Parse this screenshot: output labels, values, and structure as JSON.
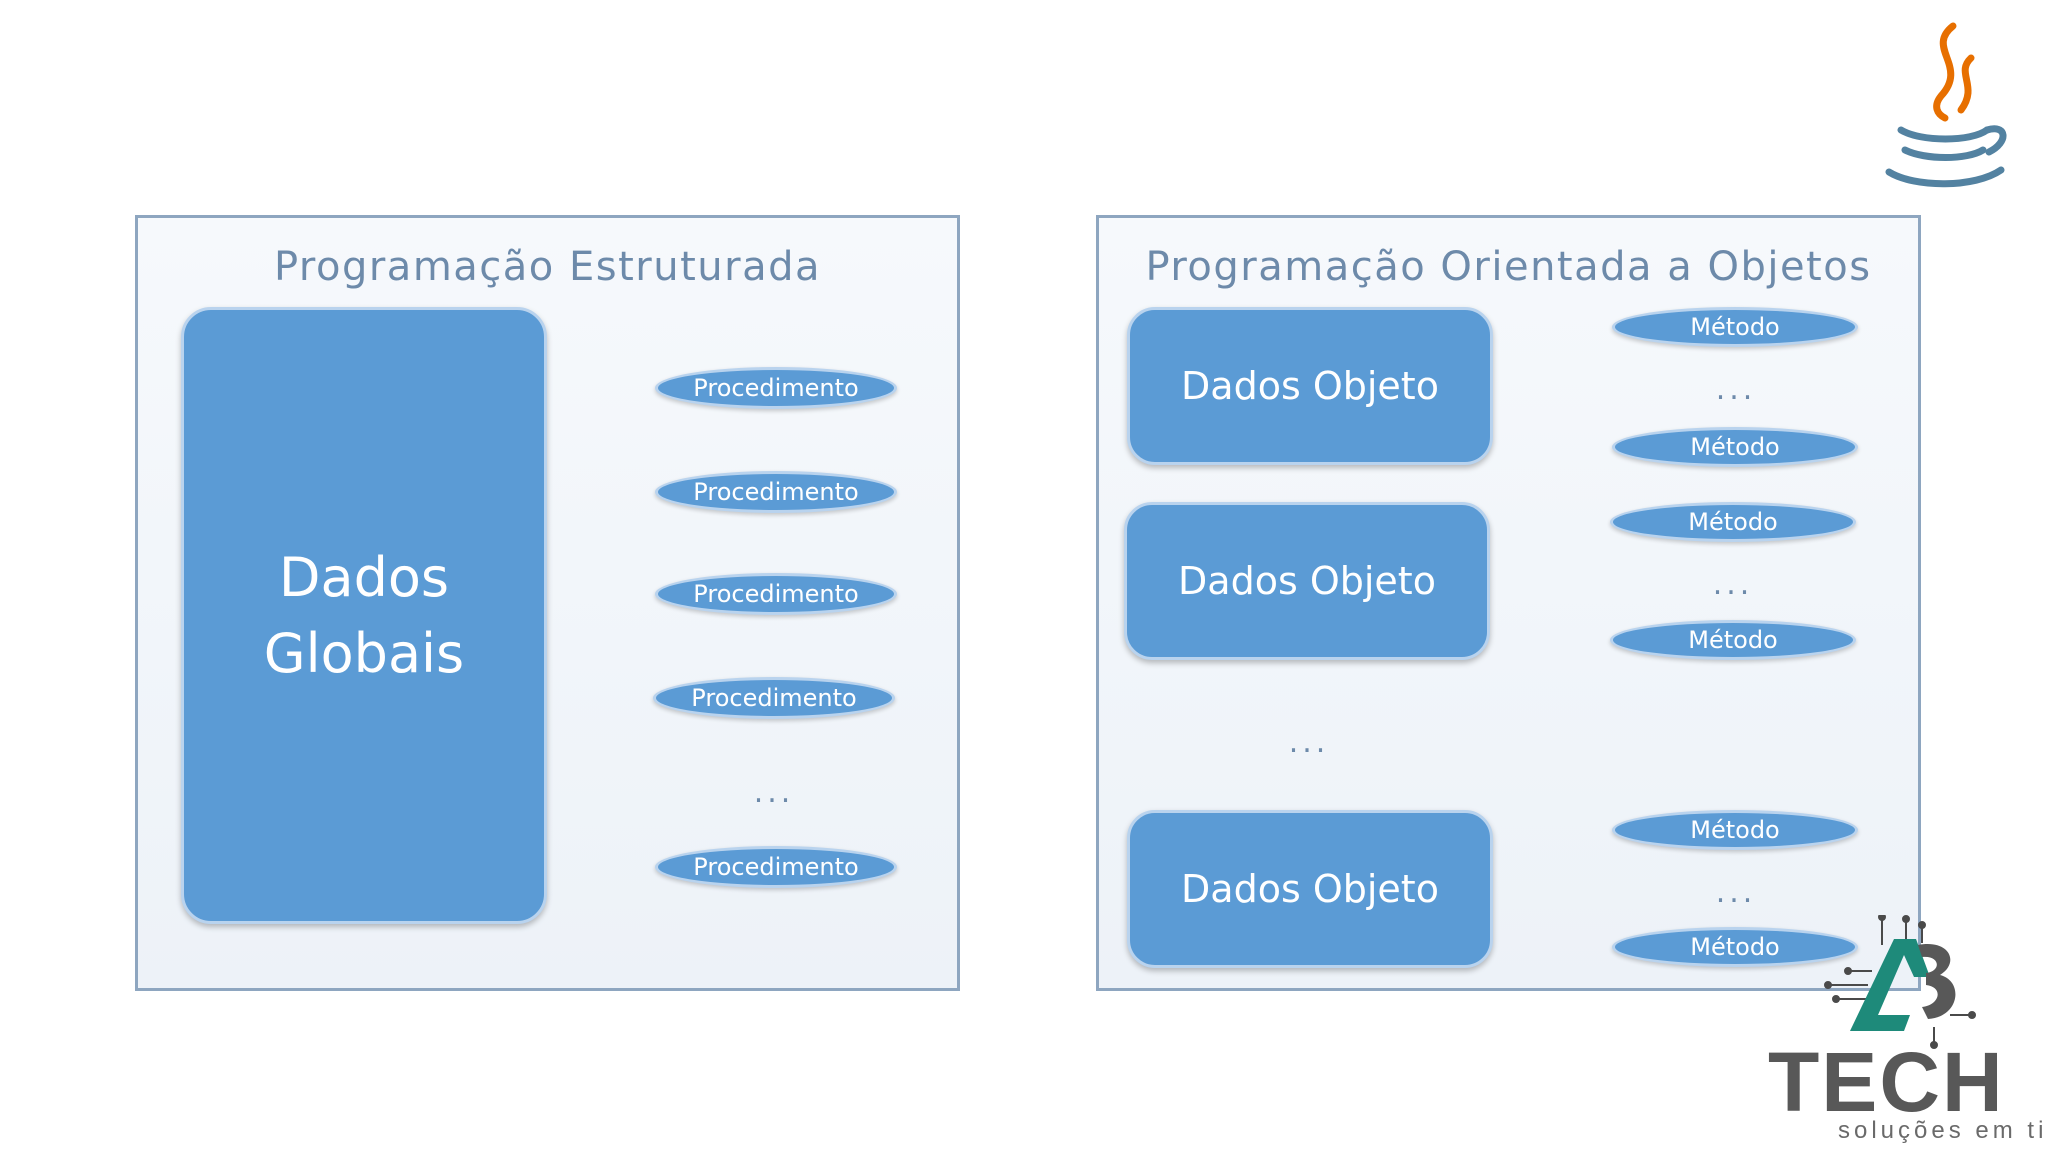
{
  "left_panel": {
    "title": "Programação Estruturada",
    "global_block": {
      "line1": "Dados",
      "line2": "Globais"
    },
    "procedures": [
      "Procedimento",
      "Procedimento",
      "Procedimento",
      "Procedimento",
      "Procedimento"
    ],
    "ellipsis": "..."
  },
  "right_panel": {
    "title": "Programação Orientada a Objetos",
    "objects": [
      {
        "label": "Dados Objeto",
        "methods": [
          "Método",
          "Método"
        ],
        "ellipsis": "..."
      },
      {
        "label": "Dados Objeto",
        "methods": [
          "Método",
          "Método"
        ],
        "ellipsis": "..."
      },
      {
        "label": "Dados Objeto",
        "methods": [
          "Método",
          "Método"
        ],
        "ellipsis": "..."
      }
    ],
    "between_ellipsis": "..."
  },
  "branding": {
    "java_icon": "java-coffee-cup-icon",
    "logo_mark": "A3",
    "logo_word": "TECH",
    "logo_tagline": "soluções em ti"
  },
  "colors": {
    "block_fill": "#5b9bd5",
    "block_border": "#b9d3ee",
    "frame_border": "#8ea6c0",
    "title_text": "#6d8aaa",
    "connector": "#5b87b8",
    "java_orange": "#e76f00",
    "java_blue": "#5382a1",
    "logo_teal": "#1e8a7a"
  }
}
